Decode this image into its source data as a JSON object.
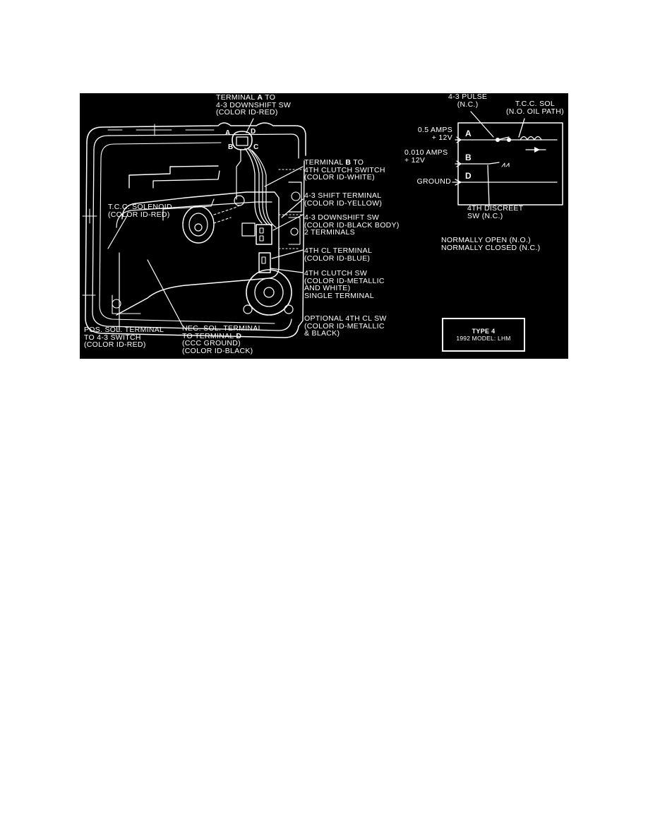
{
  "page": {
    "background": "#ffffff",
    "figure_background": "#000000",
    "ink_color": "#ffffff"
  },
  "figure": {
    "caption_top": {
      "lines": [
        "TERMINAL A TO",
        "4-3 DOWNSHIFT SW",
        "(COLOR ID-RED)"
      ],
      "bold_token": "A"
    },
    "left_labels": [
      {
        "name": "tcc-solenoid",
        "lines": [
          "T.C.C. SOLENOID",
          "(COLOR ID-RED)"
        ]
      }
    ],
    "bottom_labels": [
      {
        "name": "pos-sol-terminal",
        "lines": [
          "POS. SOL. TERMINAL",
          "TO 4-3 SWITCH",
          "(COLOR ID-RED)"
        ]
      },
      {
        "name": "neg-sol-terminal",
        "lines": [
          "NEG. SOL. TERMINAL",
          "TO TERMINAL D",
          "(CCC GROUND)",
          "(COLOR ID-BLACK)"
        ],
        "bold_token": "D"
      }
    ],
    "right_labels": [
      {
        "name": "terminal-b",
        "lines": [
          "TERMINAL B TO",
          "4TH CLUTCH SWITCH",
          "(COLOR ID-WHITE)"
        ],
        "bold_token": "B"
      },
      {
        "name": "shift-terminal-43",
        "lines": [
          "4-3 SHIFT TERMINAL",
          "(COLOR ID-YELLOW)"
        ]
      },
      {
        "name": "downshift-sw-43",
        "lines": [
          "4-3 DOWNSHIFT SW",
          "(COLOR ID-BLACK BODY)",
          "2 TERMINALS"
        ]
      },
      {
        "name": "fourth-cl-terminal",
        "lines": [
          "4TH CL TERMINAL",
          "(COLOR ID-BLUE)"
        ]
      },
      {
        "name": "fourth-clutch-sw",
        "lines": [
          "4TH CLUTCH SW",
          "(COLOR ID-METALLIC",
          "AND WHITE)",
          "SINGLE TERMINAL"
        ]
      },
      {
        "name": "optional-fourth-cl-sw",
        "lines": [
          "OPTIONAL 4TH CL SW",
          "(COLOR ID-METALLIC",
          "& BLACK)"
        ]
      }
    ],
    "connector_terminals": [
      "A",
      "B",
      "C",
      "D"
    ],
    "schematic": {
      "title_labels": [
        {
          "name": "pulse-43",
          "lines": [
            "4-3 PULSE",
            "(N.C.)"
          ]
        },
        {
          "name": "tcc-sol",
          "lines": [
            "T.C.C. SOL",
            "(N.O. OIL PATH)"
          ]
        }
      ],
      "rows": [
        {
          "letter": "A",
          "lines": [
            "0.5 AMPS",
            "+ 12V"
          ]
        },
        {
          "letter": "B",
          "lines": [
            "0.010 AMPS",
            "+ 12V"
          ]
        },
        {
          "letter": "D",
          "lines": [
            "GROUND"
          ]
        }
      ],
      "bottom_label": {
        "name": "fourth-discreet-sw",
        "lines": [
          "4TH DISCREET",
          "SW (N.C.)"
        ]
      },
      "legend": [
        "NORMALLY OPEN (N.O.)",
        "NORMALLY CLOSED (N.C.)"
      ]
    },
    "type_box": {
      "line1": "TYPE 4",
      "line2": "1992 MODEL: LHM"
    }
  }
}
